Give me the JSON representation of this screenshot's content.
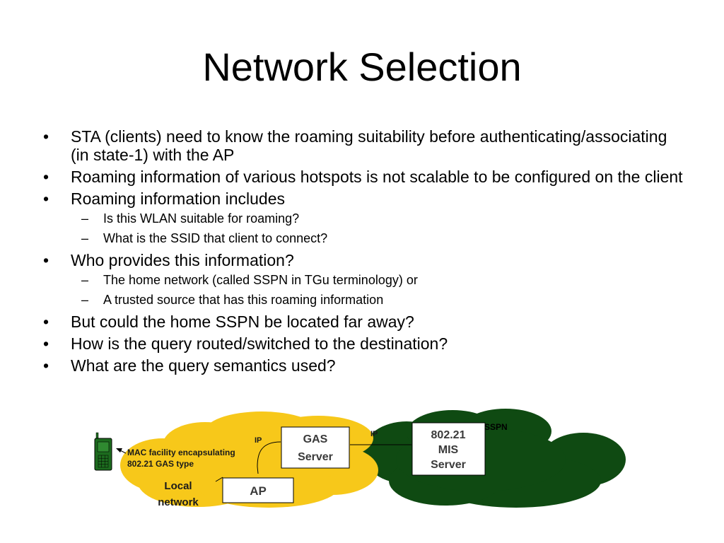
{
  "slide": {
    "title": "Network Selection",
    "bullets": [
      {
        "level": 1,
        "text": "STA (clients) need to know the roaming suitability before authenticating/associating (in state-1) with the AP"
      },
      {
        "level": 1,
        "text": "Roaming information of various hotspots is not scalable to be configured on the client"
      },
      {
        "level": 1,
        "text": "Roaming information includes"
      },
      {
        "level": 2,
        "text": "Is this WLAN suitable for roaming?"
      },
      {
        "level": 2,
        "text": "What is the SSID that client to connect?"
      },
      {
        "level": 1,
        "text": "Who provides this information?"
      },
      {
        "level": 2,
        "text": "The home network (called SSPN in TGu terminology) or"
      },
      {
        "level": 2,
        "text": "A trusted source that has this roaming information"
      },
      {
        "level": 1,
        "text": "But could the home SSPN be located far away?"
      },
      {
        "level": 1,
        "text": "How is the query routed/switched to the destination?"
      },
      {
        "level": 1,
        "text": "What are the query semantics used?"
      }
    ]
  },
  "diagram": {
    "local_network_line1": "Local",
    "local_network_line2": "network",
    "sspn_label": "SSPN",
    "mac_label_line1": "MAC facility encapsulating",
    "mac_label_line2": "802.21 GAS type",
    "ip_label_1": "IP",
    "ip_label_2": "IP",
    "gas_server_line1": "GAS",
    "gas_server_line2": "Server",
    "ap_label": "AP",
    "mis_server_line1": "802.21",
    "mis_server_line2": "MIS",
    "mis_server_line3": "Server",
    "colors": {
      "local_cloud": "#f7c81a",
      "sspn_cloud": "#0f4a12",
      "phone": "#1c6b1e"
    }
  }
}
